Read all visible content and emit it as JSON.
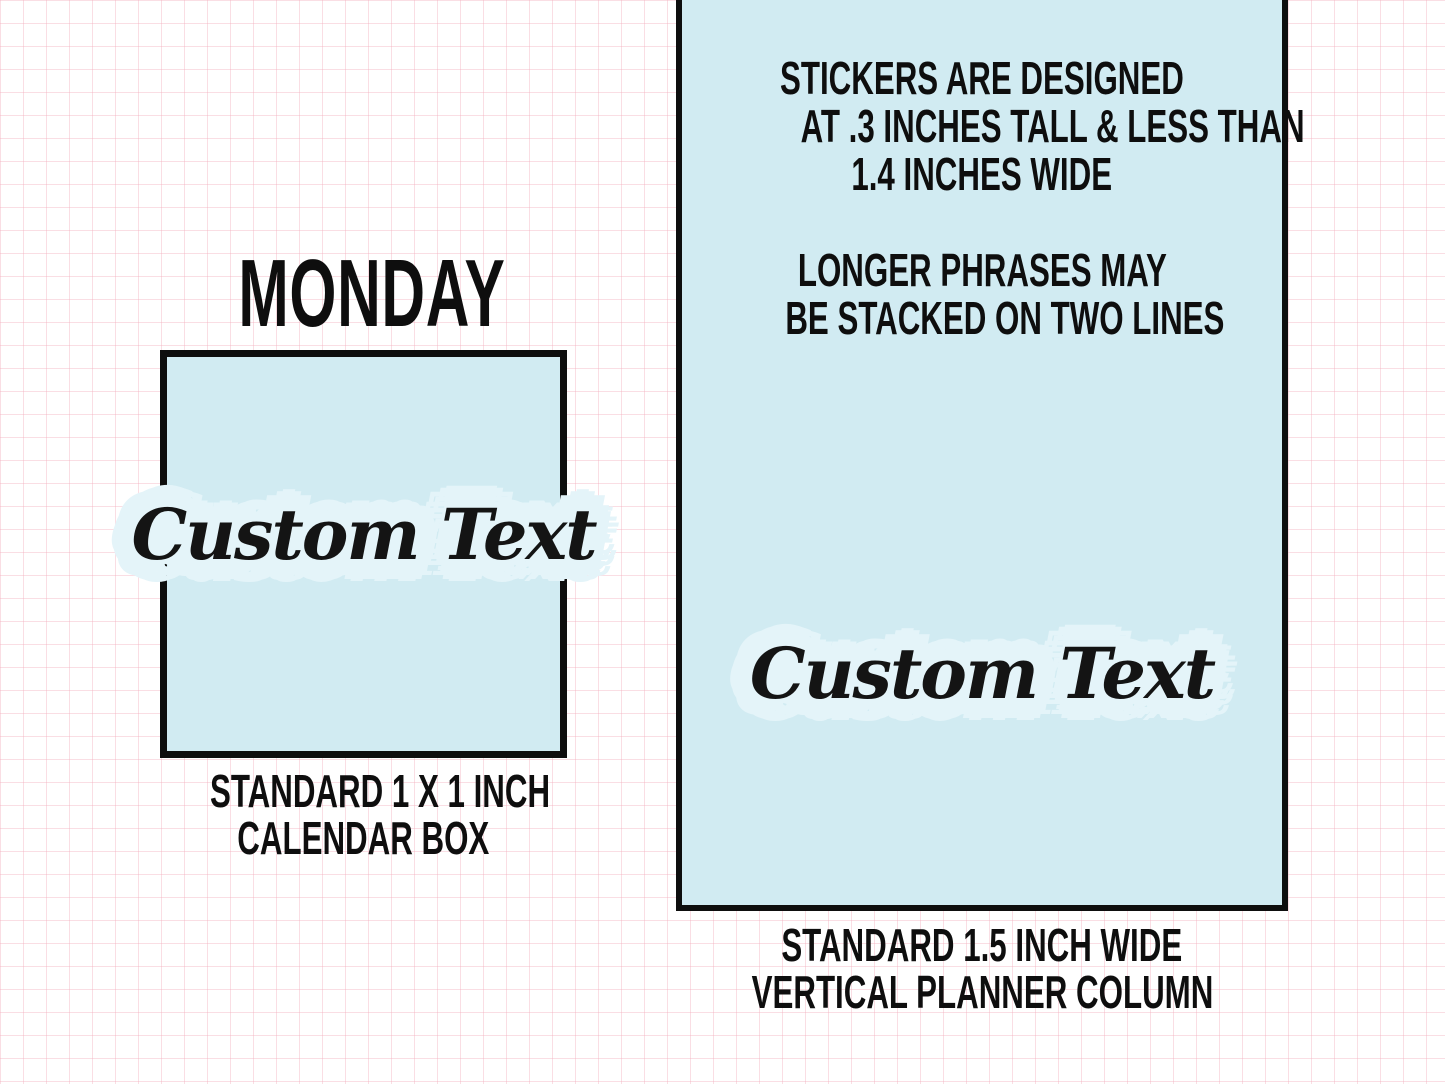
{
  "colors": {
    "ink": "#0e0e0e",
    "box_fill": "#d1ebf2",
    "sticker_halo": "#e4f4f9",
    "grid_line_pink": "#f7d9e1",
    "paper": "#ffffff"
  },
  "left_mockup": {
    "day_label": "MONDAY",
    "sticker_text": "Custom Text",
    "caption": {
      "line1": "STANDARD 1 X 1 INCH",
      "line2": "CALENDAR BOX"
    }
  },
  "right_mockup": {
    "design_note": {
      "line1": "STICKERS ARE DESIGNED",
      "line2": "AT .3 INCHES TALL & LESS THAN",
      "line3": "1.4 INCHES WIDE"
    },
    "stacking_note": {
      "line1": "LONGER PHRASES MAY",
      "line2": "BE STACKED ON TWO LINES"
    },
    "sticker_text": "Custom Text",
    "caption": {
      "line1": "STANDARD 1.5 INCH WIDE",
      "line2": "VERTICAL PLANNER COLUMN"
    }
  }
}
